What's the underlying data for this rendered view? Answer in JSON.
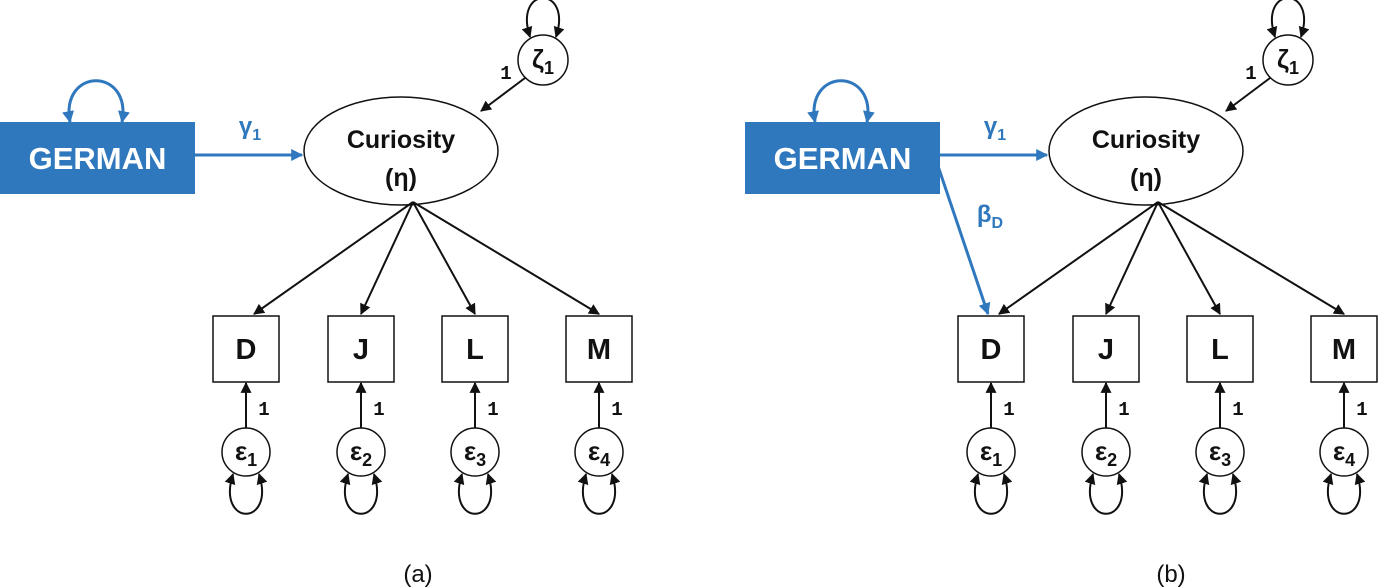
{
  "panels": [
    {
      "id": "a",
      "caption": "(a)",
      "predictor": "GERMAN",
      "latent": {
        "line1": "Curiosity",
        "line2": "(η)"
      },
      "disturbance": {
        "base": "ζ",
        "sub": "1"
      },
      "disturbance_loading": "1",
      "gamma": {
        "base": "γ",
        "sub": "1"
      },
      "beta": null,
      "indicators": [
        "D",
        "J",
        "L",
        "M"
      ],
      "errors": [
        {
          "base": "ε",
          "sub": "1"
        },
        {
          "base": "ε",
          "sub": "2"
        },
        {
          "base": "ε",
          "sub": "3"
        },
        {
          "base": "ε",
          "sub": "4"
        }
      ],
      "error_loadings": [
        "1",
        "1",
        "1",
        "1"
      ]
    },
    {
      "id": "b",
      "caption": "(b)",
      "predictor": "GERMAN",
      "latent": {
        "line1": "Curiosity",
        "line2": "(η)"
      },
      "disturbance": {
        "base": "ζ",
        "sub": "1"
      },
      "disturbance_loading": "1",
      "gamma": {
        "base": "γ",
        "sub": "1"
      },
      "beta": {
        "base": "β",
        "sub": "D"
      },
      "indicators": [
        "D",
        "J",
        "L",
        "M"
      ],
      "errors": [
        {
          "base": "ε",
          "sub": "1"
        },
        {
          "base": "ε",
          "sub": "2"
        },
        {
          "base": "ε",
          "sub": "3"
        },
        {
          "base": "ε",
          "sub": "4"
        }
      ],
      "error_loadings": [
        "1",
        "1",
        "1",
        "1"
      ]
    }
  ],
  "colors": {
    "accent": "#2f78bd",
    "ink": "#111111",
    "background": "#ffffff"
  }
}
